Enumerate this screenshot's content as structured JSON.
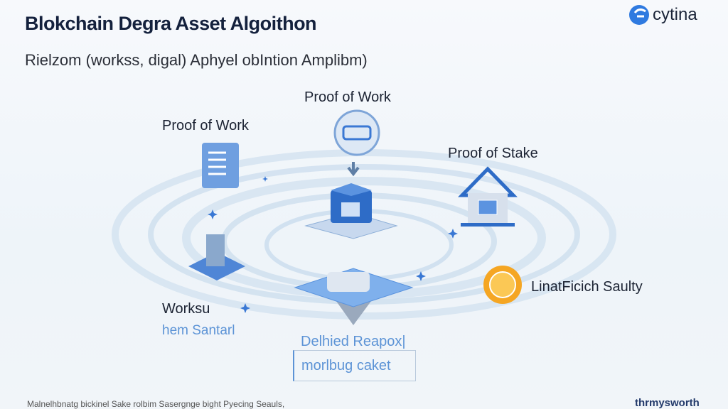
{
  "header": {
    "title": "Blokchain Degra Asset Algoithon",
    "subtitle": "Rielzom (workss, digal) Aphyel obIntion Amplibm)",
    "logo": "cytina"
  },
  "labels": {
    "top_center": "Proof of Work",
    "top_left": "Proof of Work",
    "right": "Proof of Stake",
    "coin": "LinatFicich Saulty",
    "left_bottom": "Worksu",
    "left_bottom_sub": "hem Santarl",
    "center_bottom": "Delhied Reapox|",
    "boxed": "morlbug caket"
  },
  "footer": {
    "caption": "Malnelhbnatg bickinel Sake rolbim Sasergnge bight Pyecing Seauls,",
    "brand": "thrmysworth"
  },
  "colors": {
    "navy": "#14213d",
    "accent": "#3a78d4",
    "light_blue": "#5c93d6",
    "coin": "#f5a623"
  }
}
